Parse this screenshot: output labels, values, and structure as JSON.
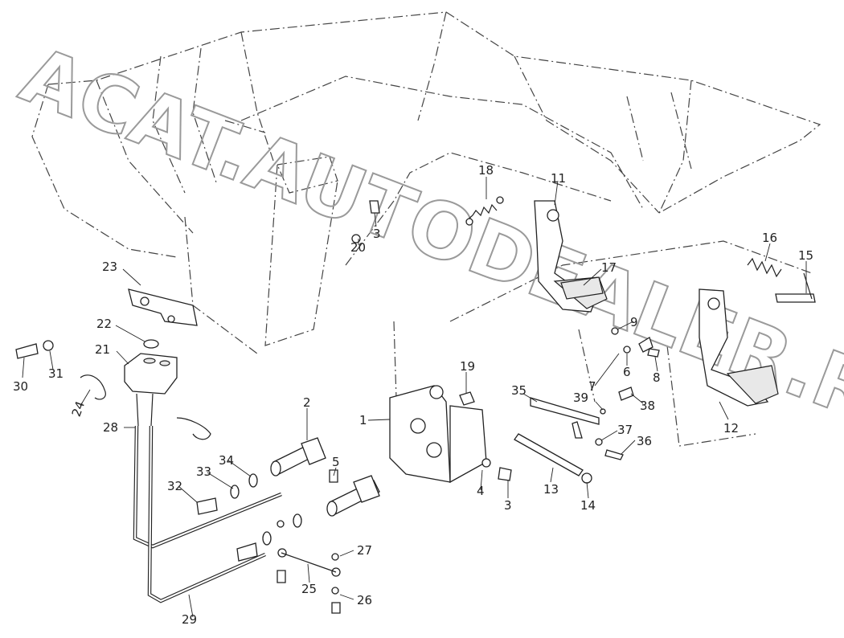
{
  "diagram": {
    "watermark": "ACAT.AUTODEALER.RU",
    "callouts": [
      "1",
      "2",
      "3",
      "3",
      "4",
      "5",
      "6",
      "7",
      "8",
      "9",
      "11",
      "12",
      "13",
      "14",
      "15",
      "16",
      "17",
      "18",
      "19",
      "20",
      "21",
      "22",
      "23",
      "24",
      "25",
      "26",
      "27",
      "28",
      "29",
      "30",
      "31",
      "32",
      "33",
      "34",
      "35",
      "36",
      "37",
      "38",
      "39"
    ]
  }
}
